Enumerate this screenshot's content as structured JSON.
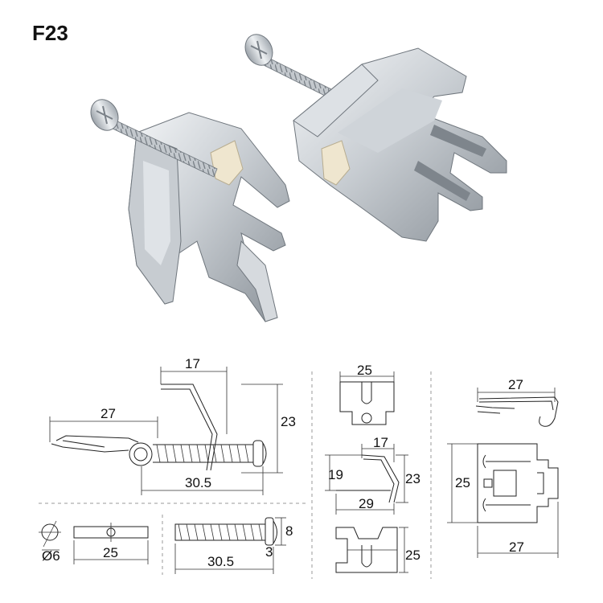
{
  "title": "F23",
  "photos": [
    {
      "name": "clip-photo-left"
    },
    {
      "name": "clip-photo-right"
    }
  ],
  "dimensions": {
    "side_view": {
      "top_width": "17",
      "left_length": "27",
      "height": "23",
      "screw_length": "30.5"
    },
    "front_view_top": {
      "width": "25"
    },
    "side_view_small": {
      "top": "17",
      "height_left": "19",
      "height_right": "23",
      "base": "29"
    },
    "bottom_view": {
      "depth": "25"
    },
    "right_side": {
      "width": "27"
    },
    "right_top": {
      "height": "25",
      "width": "27"
    },
    "washer": {
      "diameter": "Ø6",
      "length": "25"
    },
    "screw": {
      "head": "8",
      "thread": "3",
      "length": "30.5"
    }
  },
  "colors": {
    "metal_light": "#e8ebee",
    "metal_mid": "#b9bfc5",
    "metal_dark": "#7e858c",
    "insulator": "#efe6cf",
    "line": "#222222"
  }
}
